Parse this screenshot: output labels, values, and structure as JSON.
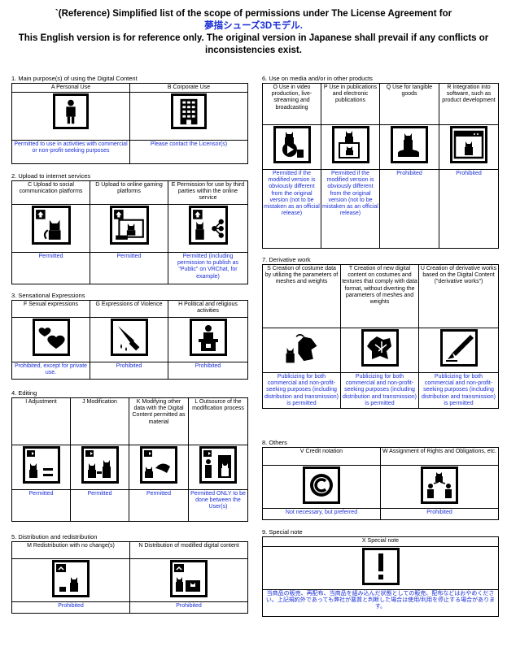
{
  "header": {
    "line1": "`(Reference) Simplified list of the scope of permissions under The License Agreement for",
    "model_name": "夢描シューズ3Dモデル.",
    "line3": "This English version is for reference only. The original version in Japanese shall prevail if any conflicts or",
    "line4": "inconsistencies exist."
  },
  "sections": {
    "s1": {
      "title": "1. Main purpose(s) of using the Digital Content",
      "cols": [
        {
          "head": "A Personal Use",
          "icon": "person-icon",
          "result": "Permitted to use in activities with commercial or non-profit-seeking purposes"
        },
        {
          "head": "B Corporate Use",
          "icon": "building-icon",
          "result": "Please contact the Licensor(s)"
        }
      ]
    },
    "s2": {
      "title": "2. Upload to internet services",
      "cols": [
        {
          "head": "C Upload to social communication platforms",
          "icon": "upload-cat-icon",
          "result": "Permitted"
        },
        {
          "head": "D Upload to online gaming platforms",
          "icon": "upload-game-icon",
          "result": "Permitted"
        },
        {
          "head": "E Permission for use by third parties within the online service",
          "icon": "share-icon",
          "result": "Permitted (including permission to publish as \"Public\" on VRChat, for example)"
        }
      ]
    },
    "s3": {
      "title": "3. Sensational Expressions",
      "cols": [
        {
          "head": "F Sexual expressions",
          "icon": "heart-icon",
          "result": "Prohibited, except for private use."
        },
        {
          "head": "G Expressions of Violence",
          "icon": "knife-icon",
          "result": "Prohibited"
        },
        {
          "head": "H Political and religious activities",
          "icon": "podium-icon",
          "result": "Prohibited"
        }
      ]
    },
    "s4": {
      "title": "4. Editing",
      "cols": [
        {
          "head": "I Adjustment",
          "icon": "adjust-icon",
          "result": "Permitted"
        },
        {
          "head": "J Modification",
          "icon": "modify-icon",
          "result": "Permitted"
        },
        {
          "head": "K Modifying other data with the Digital Content permitted as material",
          "icon": "other-data-icon",
          "result": "Permitted"
        },
        {
          "head": "L Outsource of the modification process",
          "icon": "outsource-icon",
          "result": "Permitted ONLY to be done between the User(s)"
        }
      ]
    },
    "s5": {
      "title": "5. Distribution and redistribution",
      "cols": [
        {
          "head": "M Redistribution with no change(s)",
          "icon": "redistribute-icon",
          "result": "Prohibited"
        },
        {
          "head": "N Distribution of modified digital content",
          "icon": "distribute-modified-icon",
          "result": "Prohibited"
        }
      ]
    },
    "s6": {
      "title": "6. Use on media and/or in other products",
      "cols": [
        {
          "head": "O Use in video production, live-streaming and broadcasting",
          "icon": "video-icon",
          "result": "Permitted if the modified version is obviously different from the original version (not to be mistaken as an official release)"
        },
        {
          "head": "P Use in publications and electronic publications",
          "icon": "publication-icon",
          "result": "Permitted if the modified version is obviously different from the original version (not to be mistaken as an official release)"
        },
        {
          "head": "Q Use for tangible goods",
          "icon": "goods-icon",
          "result": "Prohibited"
        },
        {
          "head": "R Integration into software, such as product development",
          "icon": "software-icon",
          "result": "Prohibited"
        }
      ]
    },
    "s7": {
      "title": "7. Derivative work",
      "cols": [
        {
          "head": "S Creation of costume data by utilizing the parameters of meshes and weights",
          "icon": "costume-icon",
          "result": "Publicizing for both commercial and non-profit-seeking purposes (including distribution and transmission) is permitted"
        },
        {
          "head": "T Creation of new digital content on costumes and textures that comply with data format, without diverting the parameters of meshes and weights",
          "icon": "texture-icon",
          "result": "Publicizing for both commercial and non-profit-seeking purposes (including distribution and transmission) is permitted"
        },
        {
          "head": "U Creation of derivative works based on the Digital Content (\"derivative works\")",
          "icon": "pen-icon",
          "result": "Publicizing for both commercial and non-profit-seeking purposes (including distribution and transmission) is permitted"
        }
      ]
    },
    "s8": {
      "title": "8. Others",
      "cols": [
        {
          "head": "V Credit notation",
          "icon": "copyright-icon",
          "result": "Not necessary, but preferred"
        },
        {
          "head": "W Assignment of Rights and Obligations, etc.",
          "icon": "assignment-icon",
          "result": "Prohibited"
        }
      ]
    },
    "s9": {
      "title": "9. Special note",
      "head": "X Special note",
      "icon": "exclamation-icon",
      "note": "当商品の販売、再配布、当商品を組み込んだ状態としての販売、配布などはおやめください。上記規約外であっても弊社が悪質と判断した場合は使用/利用を停止する場合があります。"
    }
  },
  "colors": {
    "accent": "#1a2fd6"
  }
}
